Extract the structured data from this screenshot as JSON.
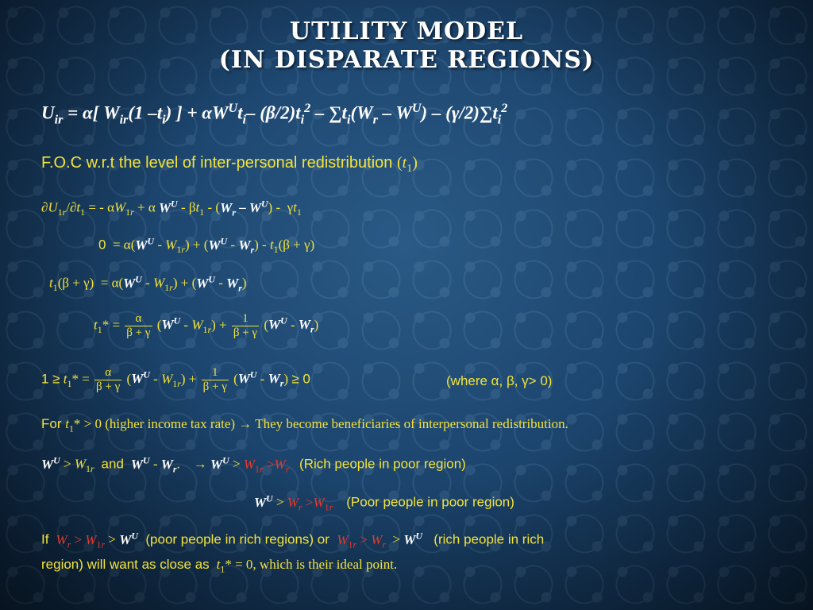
{
  "slide": {
    "title_line1": "UTILITY MODEL",
    "title_line2": "(IN DISPARATE REGIONS)"
  },
  "equation": {
    "utility": "U_ir = α[ W_ir(1 –t_i) ] + αW^U t_i– (β/2)t_i^2 – ∑t_i(W_r – W^U) – (γ/2)∑t_i^2"
  },
  "foc": {
    "label": "F.O.C w.r.t  the level of inter-personal redistribution",
    "variable": "t1",
    "deriv": "∂U1r/∂t1 = - αW1r + α W^U - βt1 - (Wr – W^U) -  γt1",
    "zero": "0  = α(W^U - W1r) + (W^U - Wr) - t1(β + γ)",
    "rearranged": "t1(β + γ)  = α(W^U - W1r) + (W^U - Wr)",
    "solution": "t1* = α/(β + γ) (W^U - W1r) + 1/(β + γ) (W^U - Wr)",
    "bound": "1 ≥ t1* = α/(β + γ) (W^U - W1r) + 1/(β + γ) (W^U - Wr) ≥ 0",
    "where": "(where α, β, γ> 0)"
  },
  "notes": {
    "for_prefix": "For",
    "for_cond": "t1* > 0",
    "for_text": " (higher income tax rate) → They become beneficiaries of interpersonal redistribution.",
    "rich_poor": "(Rich people in poor region)",
    "poor_poor": "(Poor people in poor region)",
    "if_prefix": "If",
    "poor_rich": "(poor people in rich regions) or",
    "rich_rich": "(rich people in rich",
    "ending": "region) will want as close as",
    "ideal": " = 0, which is their ideal point.",
    "and": "and"
  }
}
